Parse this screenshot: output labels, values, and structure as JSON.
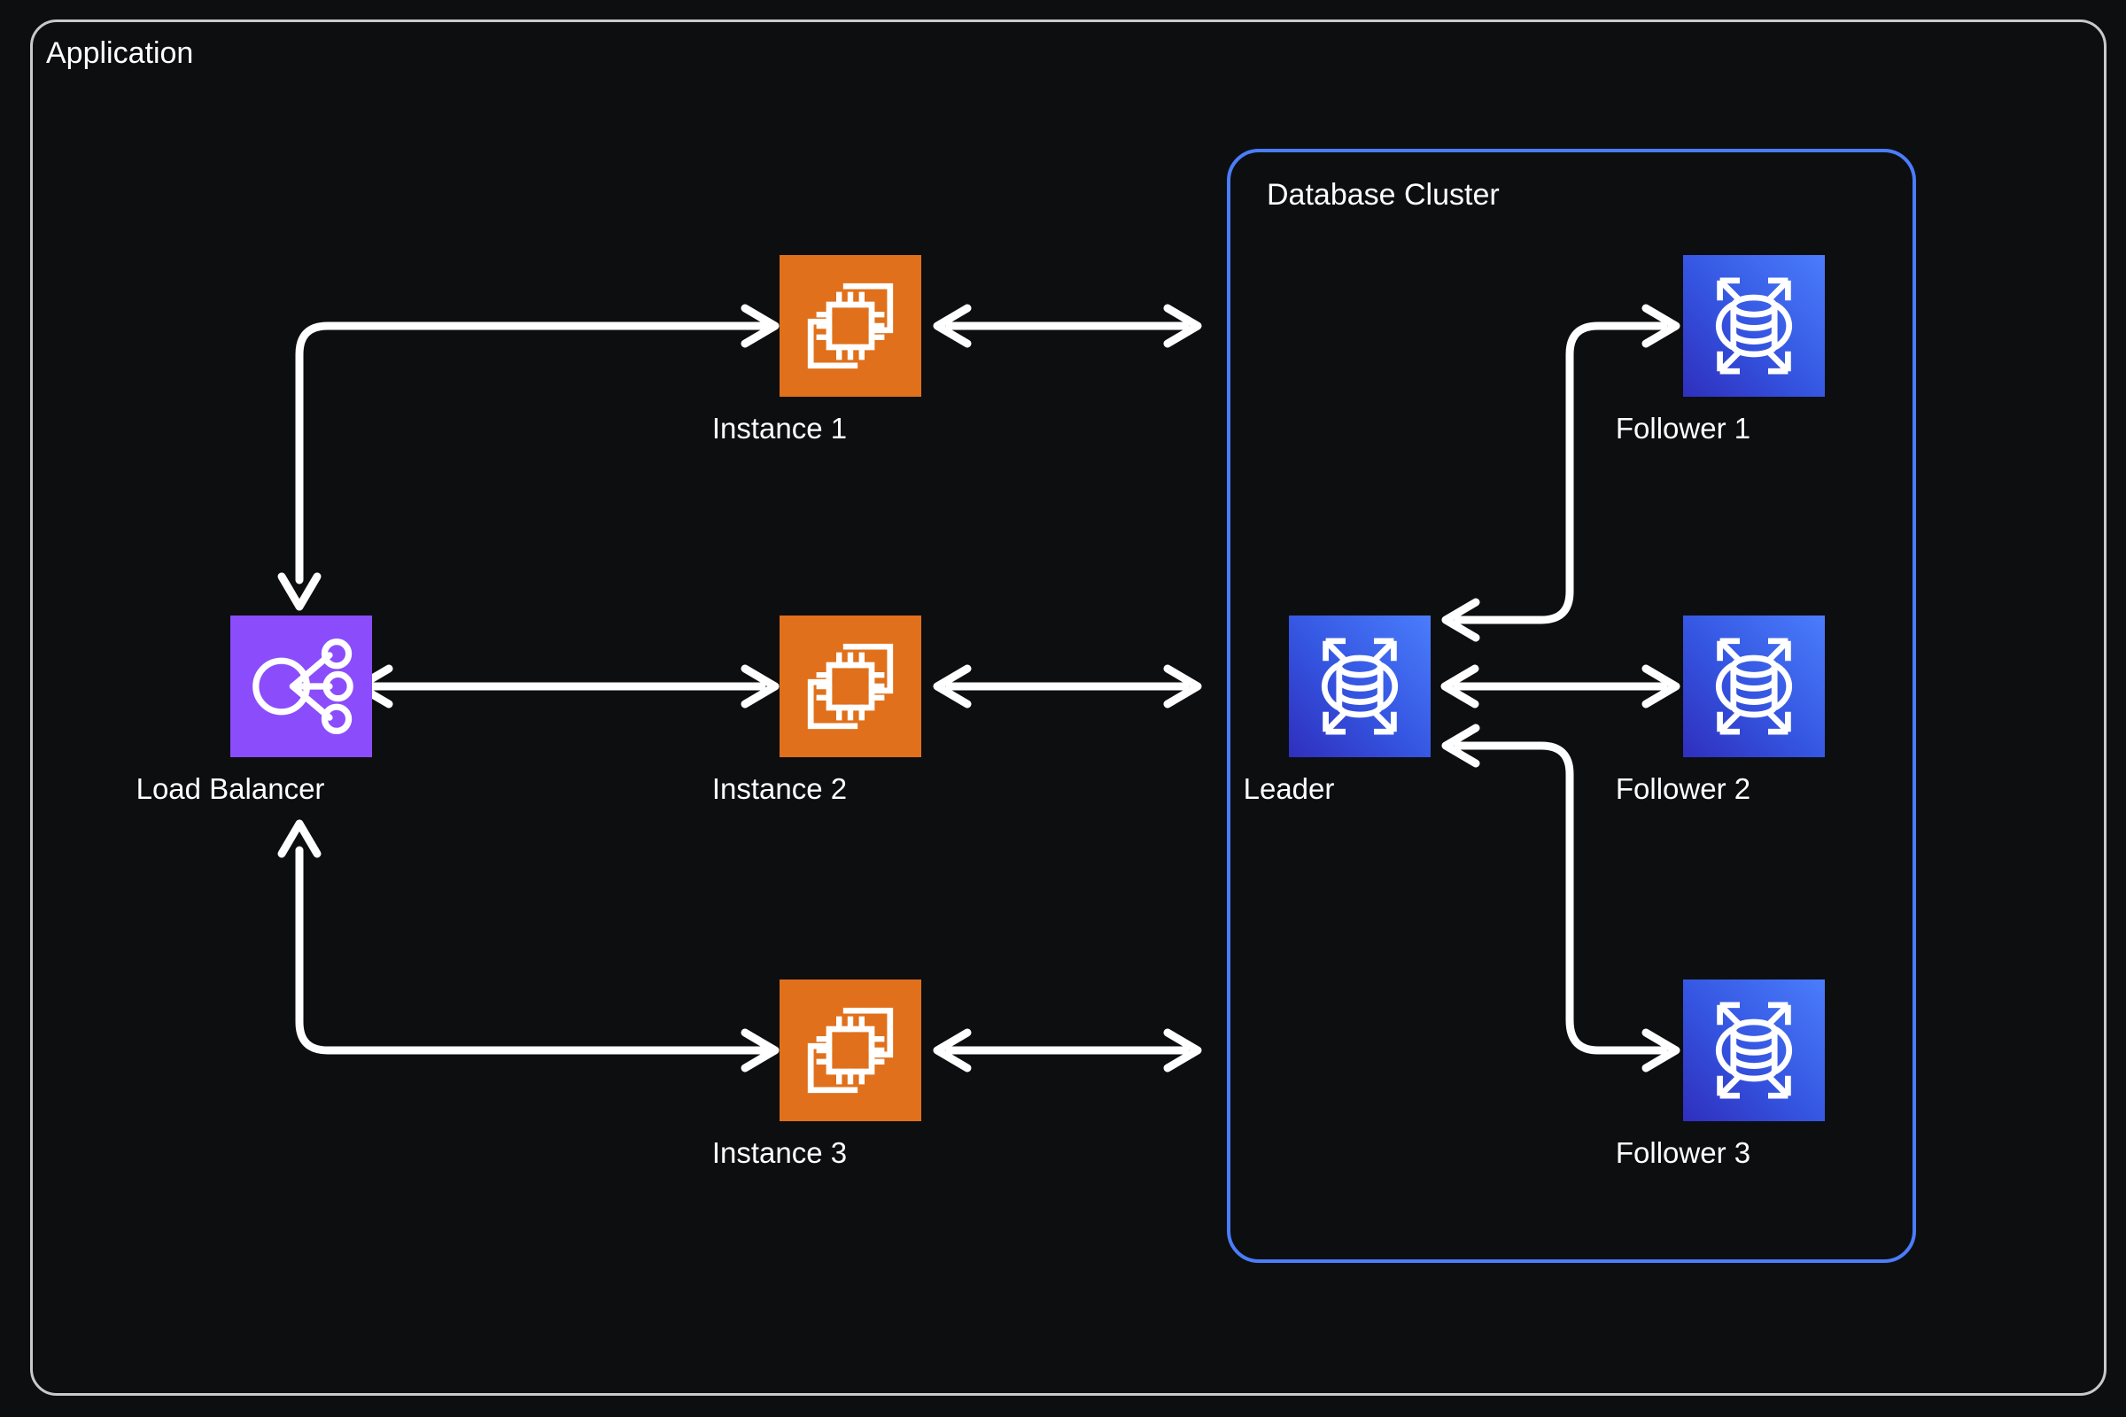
{
  "diagram": {
    "type": "architecture-diagram",
    "background_color": "#0d0e10",
    "outer_container": {
      "label": "Application",
      "border_color": "#c9c9c9"
    },
    "inner_container": {
      "label": "Database Cluster",
      "border_color": "#4a7dfc"
    },
    "accent_colors": {
      "compute": "#e0701b",
      "load_balancer": "#8b4dfb",
      "database_from": "#2f2fbd",
      "database_to": "#4a7dfc",
      "connector": "#ffffff",
      "text": "#ffffff"
    },
    "nodes": [
      {
        "id": "load-balancer",
        "label": "Load Balancer",
        "icon": "load-balancer-icon",
        "kind": "load_balancer"
      },
      {
        "id": "instance-1",
        "label": "Instance 1",
        "icon": "ec2-instance-icon",
        "kind": "compute"
      },
      {
        "id": "instance-2",
        "label": "Instance 2",
        "icon": "ec2-instance-icon",
        "kind": "compute"
      },
      {
        "id": "instance-3",
        "label": "Instance 3",
        "icon": "ec2-instance-icon",
        "kind": "compute"
      },
      {
        "id": "leader",
        "label": "Leader",
        "icon": "database-cluster-icon",
        "kind": "database"
      },
      {
        "id": "follower-1",
        "label": "Follower 1",
        "icon": "database-cluster-icon",
        "kind": "database"
      },
      {
        "id": "follower-2",
        "label": "Follower 2",
        "icon": "database-cluster-icon",
        "kind": "database"
      },
      {
        "id": "follower-3",
        "label": "Follower 3",
        "icon": "database-cluster-icon",
        "kind": "database"
      }
    ],
    "connections": [
      {
        "from": "load-balancer",
        "to": "instance-1",
        "style": "orthogonal-curve",
        "arrows": "both"
      },
      {
        "from": "load-balancer",
        "to": "instance-2",
        "style": "straight",
        "arrows": "both"
      },
      {
        "from": "load-balancer",
        "to": "instance-3",
        "style": "orthogonal-curve",
        "arrows": "both"
      },
      {
        "from": "instance-1",
        "to": "leader",
        "style": "straight",
        "arrows": "both"
      },
      {
        "from": "instance-2",
        "to": "leader",
        "style": "straight",
        "arrows": "both"
      },
      {
        "from": "instance-3",
        "to": "leader",
        "style": "straight",
        "arrows": "both"
      },
      {
        "from": "leader",
        "to": "follower-1",
        "style": "orthogonal-curve",
        "arrows": "both"
      },
      {
        "from": "leader",
        "to": "follower-2",
        "style": "straight",
        "arrows": "both"
      },
      {
        "from": "leader",
        "to": "follower-3",
        "style": "orthogonal-curve",
        "arrows": "both"
      }
    ]
  }
}
